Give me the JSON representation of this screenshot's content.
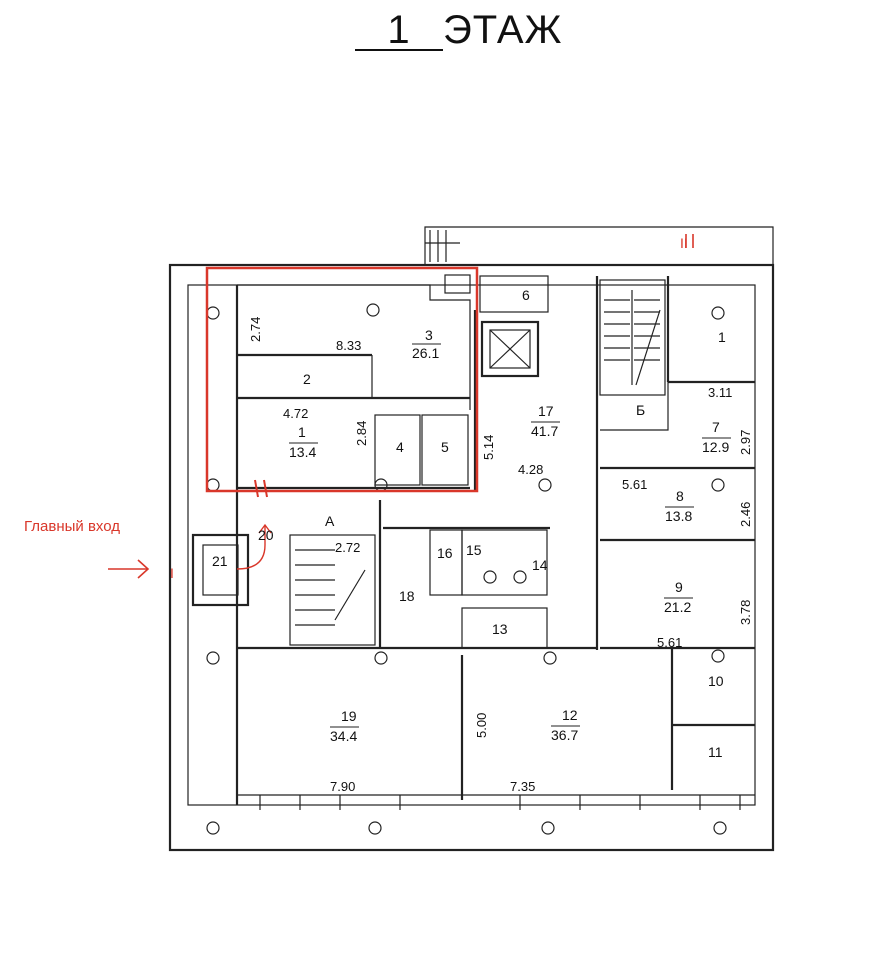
{
  "header": {
    "floor_number": "1",
    "floor_word": "ЭТАЖ"
  },
  "entrance": {
    "label": "Главный вход",
    "axis_left": "I",
    "axis_top": "II"
  },
  "section_labels": {
    "a": "А",
    "b": "Б"
  },
  "rooms": [
    {
      "num": "1",
      "area": ""
    },
    {
      "num": "1",
      "area": "13.4"
    },
    {
      "num": "2",
      "area": ""
    },
    {
      "num": "3",
      "area": "26.1"
    },
    {
      "num": "4",
      "area": ""
    },
    {
      "num": "5",
      "area": ""
    },
    {
      "num": "6",
      "area": ""
    },
    {
      "num": "7",
      "area": "12.9"
    },
    {
      "num": "8",
      "area": "13.8"
    },
    {
      "num": "9",
      "area": "21.2"
    },
    {
      "num": "10",
      "area": ""
    },
    {
      "num": "11",
      "area": ""
    },
    {
      "num": "12",
      "area": "36.7"
    },
    {
      "num": "13",
      "area": ""
    },
    {
      "num": "14",
      "area": ""
    },
    {
      "num": "15",
      "area": ""
    },
    {
      "num": "16",
      "area": ""
    },
    {
      "num": "17",
      "area": "41.7"
    },
    {
      "num": "18",
      "area": ""
    },
    {
      "num": "19",
      "area": "34.4"
    },
    {
      "num": "20",
      "area": ""
    },
    {
      "num": "21",
      "area": ""
    }
  ],
  "dimensions": [
    "2.74",
    "8.33",
    "4.72",
    "2.84",
    "5.14",
    "4.28",
    "2.72",
    "3.11",
    "2.97",
    "5.61",
    "2.46",
    "3.78",
    "5.61",
    "5.00",
    "7.90",
    "7.35"
  ],
  "colors": {
    "highlight": "#d9372a",
    "lines": "#222222"
  }
}
